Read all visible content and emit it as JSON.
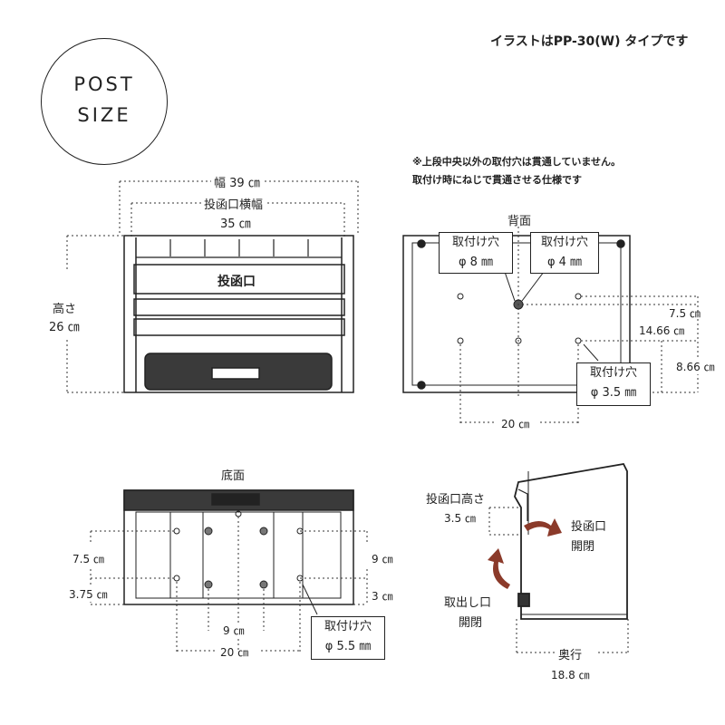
{
  "badge": {
    "line1": "POST",
    "line2": "SIZE"
  },
  "header_note": "イラストはPP-30(W) タイプです",
  "notes": [
    "※上段中央以外の取付穴は貫通していません。",
    "取付け時にねじで貫通させる仕様です"
  ],
  "front": {
    "width_label": "幅 39 ㎝",
    "slot_width_label": "投函口横幅",
    "slot_width_value": "35 ㎝",
    "height_label": "高さ",
    "height_value": "26 ㎝",
    "slot_label": "投函口"
  },
  "back": {
    "title": "背面",
    "hole_top_left": {
      "name": "取付け穴",
      "size": "φ 8 ㎜"
    },
    "hole_top_right": {
      "name": "取付け穴",
      "size": "φ 4 ㎜"
    },
    "hole_side": {
      "name": "取付け穴",
      "size": "φ 3.5 ㎜"
    },
    "dim_75": "7.5 ㎝",
    "dim_1466": "14.66 ㎝",
    "dim_866": "8.66 ㎝",
    "dim_20": "20 ㎝"
  },
  "bottom": {
    "title": "底面",
    "dim_75": "7.5 ㎝",
    "dim_375": "3.75 ㎝",
    "dim_9_right": "9 ㎝",
    "dim_3": "3 ㎝",
    "dim_9_bottom": "9 ㎝",
    "dim_20": "20 ㎝",
    "hole": {
      "name": "取付け穴",
      "size": "φ 5.5 ㎜"
    }
  },
  "side": {
    "slot_height_label": "投函口高さ",
    "slot_height_value": "3.5 ㎝",
    "slot_open_label_1": "投函口",
    "slot_open_label_2": "開閉",
    "outlet_label_1": "取出し口",
    "outlet_label_2": "開閉",
    "depth_label": "奥行",
    "depth_value": "18.8 ㎝",
    "arrow_color": "#8b3a2a"
  }
}
